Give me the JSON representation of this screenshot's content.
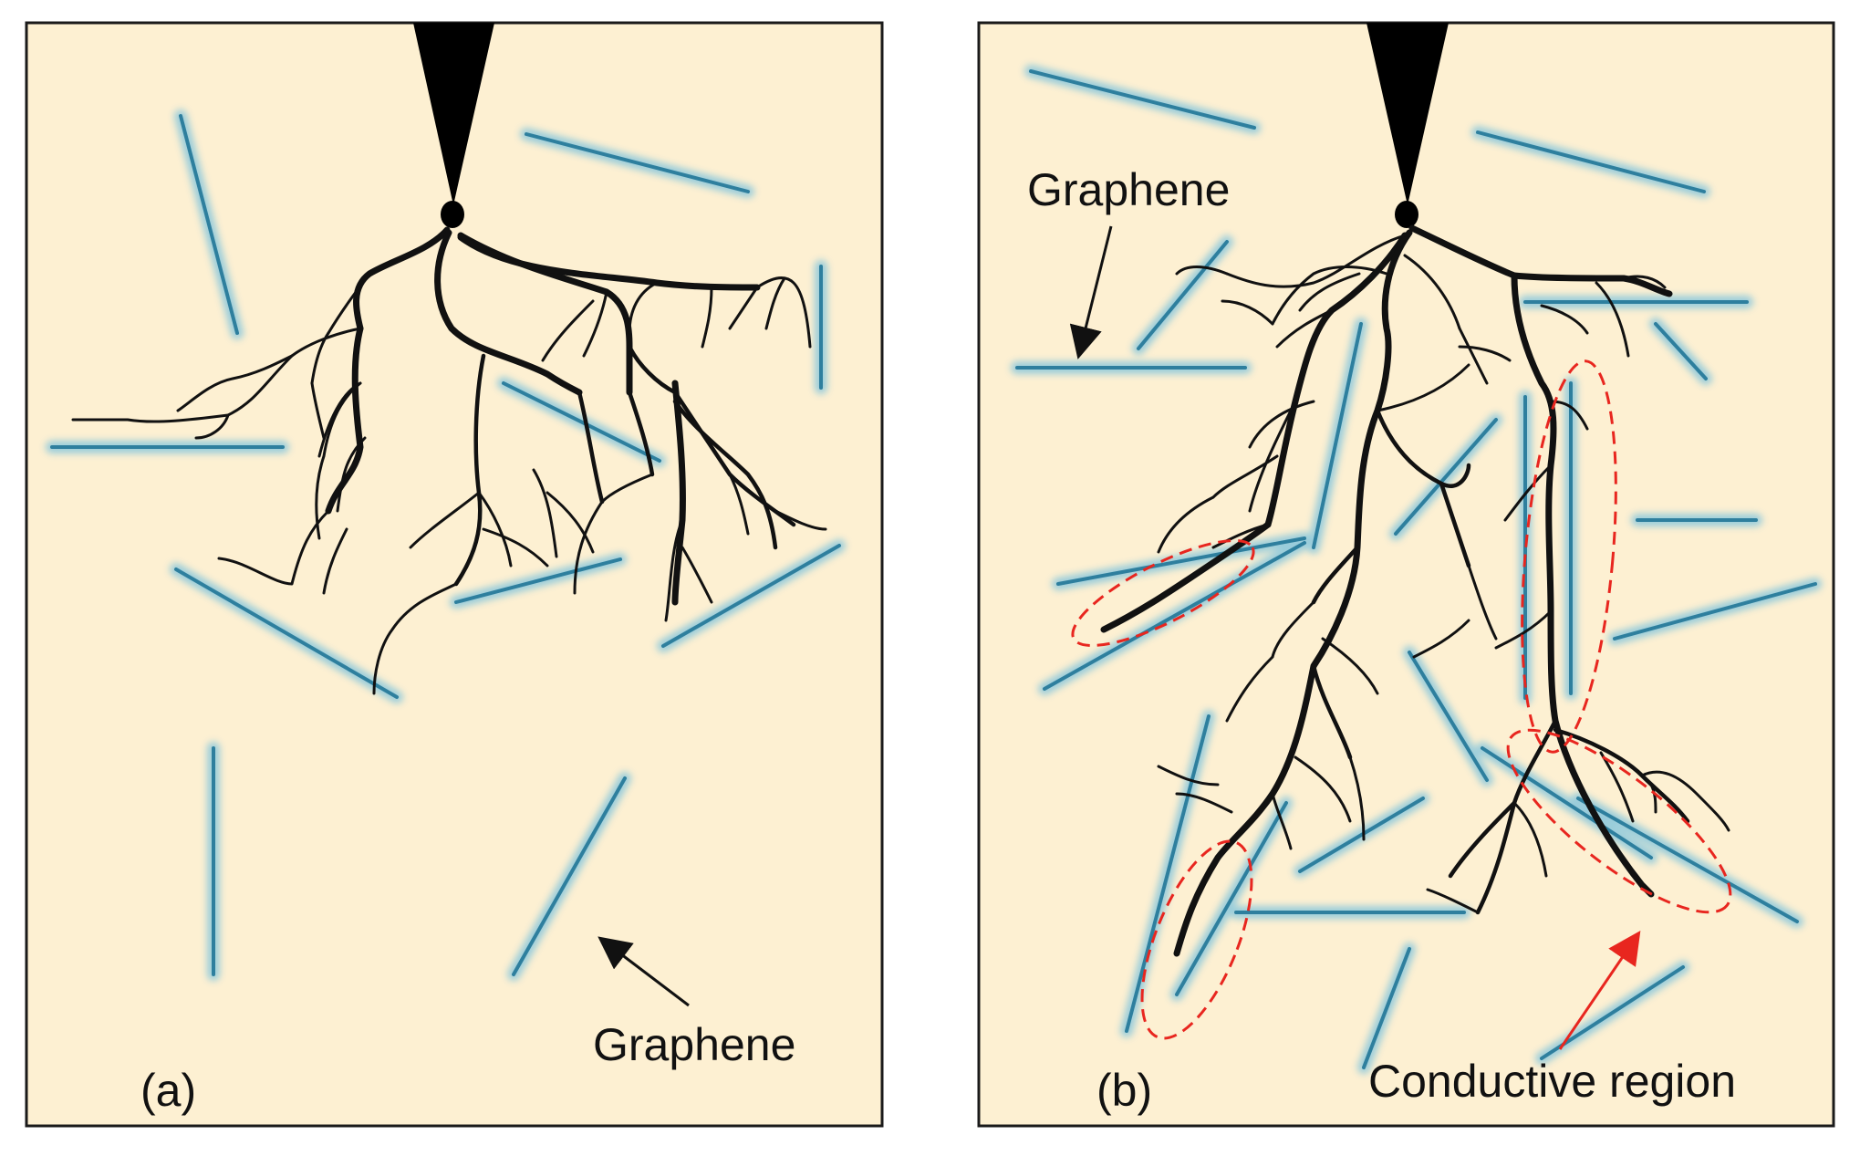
{
  "panels": {
    "a": {
      "label": "(a)",
      "graphene_label": "Graphene"
    },
    "b": {
      "label": "(b)",
      "graphene_label": "Graphene",
      "region_label": "Conductive region"
    }
  },
  "colors": {
    "background": "#fdf0d2",
    "graphene": "#2e7f9e",
    "graphene_glow": "#8fc9dc",
    "tree": "#111111",
    "conductive_region": "#e8261f",
    "border": "#1a1a1a"
  }
}
